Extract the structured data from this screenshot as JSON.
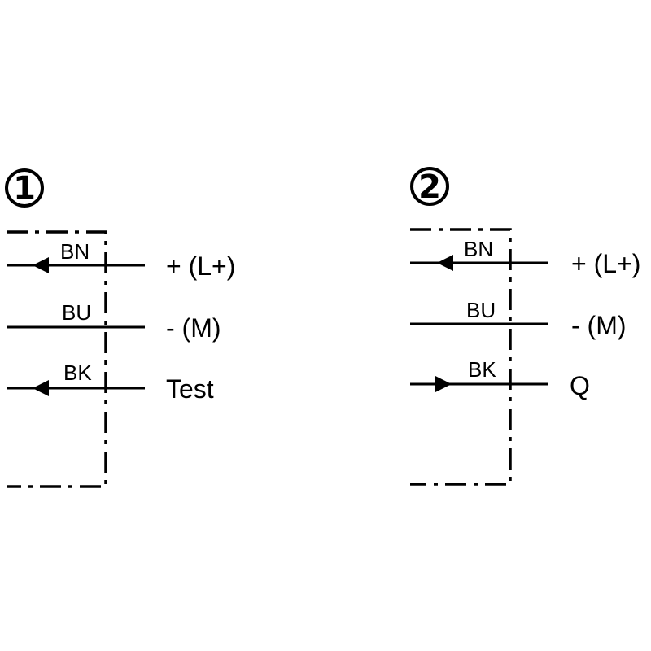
{
  "diagram": {
    "stroke_color": "#000000",
    "background_color": "#ffffff",
    "panels": [
      {
        "badge": "1",
        "wires": [
          {
            "code": "BN",
            "signal": "+ (L+)",
            "arrow": "in"
          },
          {
            "code": "BU",
            "signal": "- (M)",
            "arrow": "none"
          },
          {
            "code": "BK",
            "signal": "Test",
            "arrow": "in"
          }
        ]
      },
      {
        "badge": "2",
        "wires": [
          {
            "code": "BN",
            "signal": "+ (L+)",
            "arrow": "in"
          },
          {
            "code": "BU",
            "signal": "- (M)",
            "arrow": "none"
          },
          {
            "code": "BK",
            "signal": "Q",
            "arrow": "out"
          }
        ]
      }
    ]
  }
}
